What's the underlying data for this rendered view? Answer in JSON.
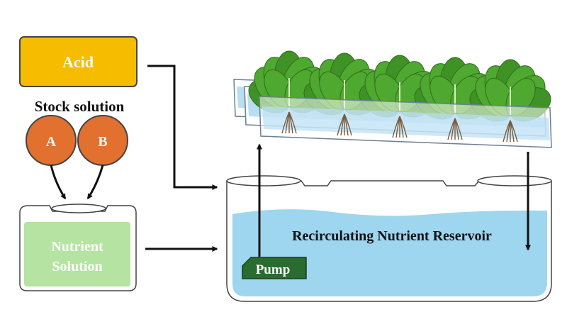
{
  "acid": {
    "label": "Acid",
    "color": "#f6bc00"
  },
  "stock": {
    "title": "Stock solution",
    "a_label": "A",
    "b_label": "B",
    "color": "#e2702e"
  },
  "nutrient": {
    "line1": "Nutrient",
    "line2": "Solution",
    "color": "#b4e3a2"
  },
  "reservoir": {
    "label": "Recirculating Nutrient  Reservoir",
    "water_color": "#9ed6f0"
  },
  "pump": {
    "label": "Pump",
    "color": "#2a6b30"
  },
  "plants": {
    "count": 5,
    "leaf_color": "#4fa82f",
    "tray_water_color": "#b8def4"
  }
}
